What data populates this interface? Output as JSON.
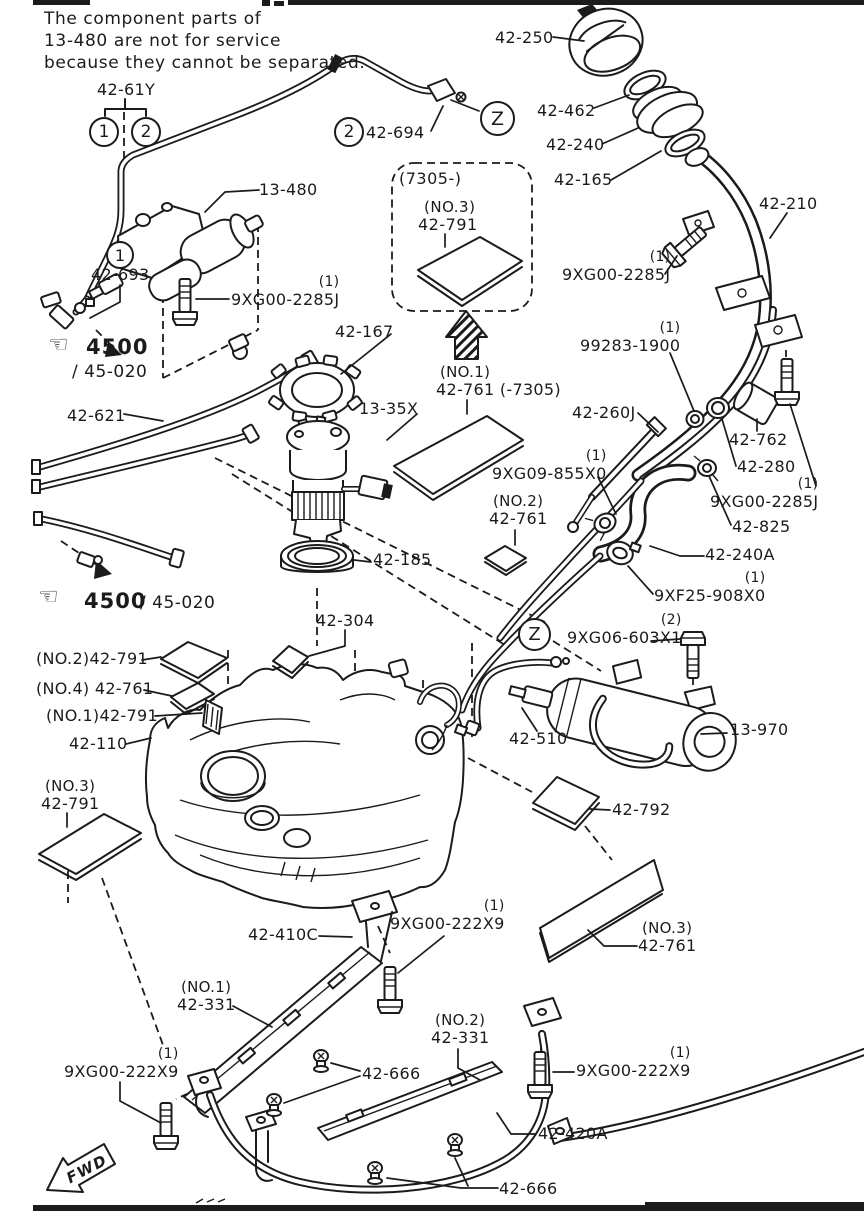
{
  "colors": {
    "ink": "#1b1b1b",
    "paper": "#ffffff"
  },
  "note": {
    "line1": "The component parts of",
    "line2": "13-480 are not for service",
    "line3": "because they cannot be separated."
  },
  "callouts": {
    "one_a": "1",
    "two_a": "2",
    "two_b": "2",
    "one_b": "1",
    "z_top": "Z",
    "z_mid": "Z"
  },
  "ref_box": {
    "title": "(7305-)",
    "no": "(NO.3)",
    "part": "42-791"
  },
  "see_also": {
    "hand_icon": "☜",
    "ref_big": "4500",
    "ref_small": "/ 45-020"
  },
  "fwd": {
    "label": "FWD"
  },
  "labels": [
    {
      "text": "42-61Y"
    },
    {
      "text": "42-694"
    },
    {
      "text": "42-250"
    },
    {
      "text": "42-462"
    },
    {
      "text": "42-240"
    },
    {
      "text": "42-165"
    },
    {
      "text": "42-210"
    },
    {
      "text": "13-480"
    },
    {
      "text": "42-693"
    },
    {
      "text": "9XG00-2285J",
      "qty": "(1)"
    },
    {
      "text": "42-621"
    },
    {
      "text": "42-167"
    },
    {
      "text": "13-35X"
    },
    {
      "text": "42-185"
    },
    {
      "text": "42-761 (-7305)",
      "no": "(NO.1)"
    },
    {
      "text": "9XG00-2285J",
      "qty": "(1)"
    },
    {
      "text": "99283-1900",
      "qty": "(1)"
    },
    {
      "text": "42-260J"
    },
    {
      "text": "42-762"
    },
    {
      "text": "42-280"
    },
    {
      "text": "9XG00-2285J",
      "qty": "(1)"
    },
    {
      "text": "9XG09-855X0",
      "qty": "(1)"
    },
    {
      "text": "42-761",
      "no": "(NO.2)"
    },
    {
      "text": "42-825"
    },
    {
      "text": "42-240A"
    },
    {
      "text": "9XF25-908X0",
      "qty": "(1)"
    },
    {
      "text": "9XG06-603X1",
      "qty": "(2)"
    },
    {
      "text": "42-304"
    },
    {
      "text": "(NO.2)42-791"
    },
    {
      "text": "(NO.4) 42-761"
    },
    {
      "text": "(NO.1)42-791"
    },
    {
      "text": "42-110"
    },
    {
      "text": "42-791",
      "no": "(NO.3)"
    },
    {
      "text": "42-510"
    },
    {
      "text": "13-970"
    },
    {
      "text": "42-792"
    },
    {
      "text": "42-761",
      "no": "(NO.3)"
    },
    {
      "text": "42-410C"
    },
    {
      "text": "9XG00-222X9",
      "qty": "(1)"
    },
    {
      "text": "42-331",
      "no": "(NO.1)"
    },
    {
      "text": "9XG00-222X9",
      "qty": "(1)"
    },
    {
      "text": "42-666"
    },
    {
      "text": "42-331",
      "no": "(NO.2)"
    },
    {
      "text": "9XG00-222X9",
      "qty": "(1)"
    },
    {
      "text": "42-420A"
    },
    {
      "text": "42-666"
    }
  ]
}
